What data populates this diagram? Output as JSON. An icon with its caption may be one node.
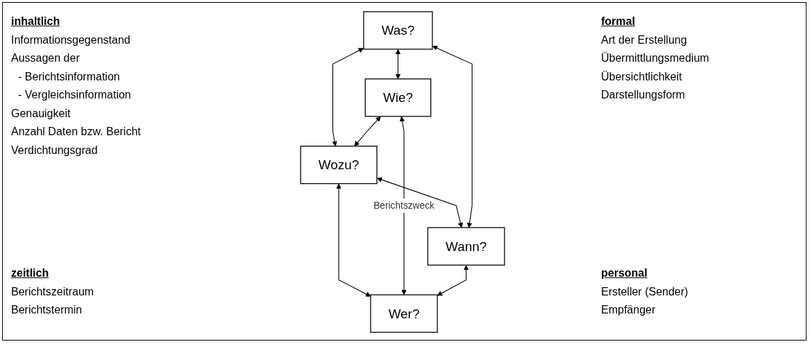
{
  "diagram": {
    "nodes": [
      {
        "text": [
          "Was?"
        ]
      },
      {
        "text": [
          "Wie?"
        ]
      },
      {
        "text": [
          "Wozu?"
        ]
      },
      {
        "text": [
          "Wann?"
        ]
      },
      {
        "text": [
          "Wer?"
        ]
      }
    ],
    "edges": [
      {
        "from": 0,
        "to": 2,
        "arrow": "both"
      },
      {
        "from": 1,
        "to": 2,
        "arrow": "both"
      },
      {
        "from": 2,
        "to": 3,
        "arrow": "both"
      },
      {
        "from": 2,
        "to": 4,
        "arrow": "both"
      },
      {
        "from": 0,
        "to": 3,
        "arrow": "both"
      },
      {
        "from": 1,
        "to": 4,
        "arrow": "both",
        "label": "Berichtszweck"
      },
      {
        "from": 0,
        "to": 1,
        "arrow": "both"
      },
      {
        "from": 3,
        "to": 4,
        "arrow": "both"
      }
    ],
    "labels": [
      "inhaltlich",
      "Informationsgegenstand",
      "Aussagen der",
      "- Berichtsinformation",
      "- Vergleichsinformation",
      "Genauigkeit",
      "Anzahl Daten bzw. Bericht",
      "Verdichtungsgrad",
      "formal",
      "Art der Erstellung",
      "Übermittlungsmedium",
      "Übersichtlichkeit",
      "Darstellungsform",
      "zeitlich",
      "Berichtszeitraum",
      "Berichtstermin",
      "personal",
      "Ersteller (Sender)",
      "Empfänger"
    ]
  }
}
